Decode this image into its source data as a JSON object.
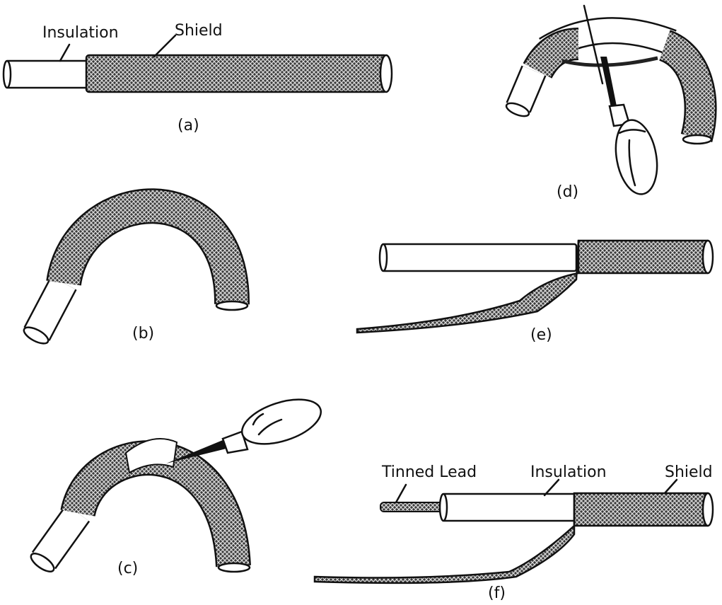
{
  "labels": {
    "a_insulation": "Insulation",
    "a_shield": "Shield",
    "f_tinned_lead": "Tinned Lead",
    "f_insulation": "Insulation",
    "f_shield": "Shield"
  },
  "captions": {
    "a": "(a)",
    "b": "(b)",
    "c": "(c)",
    "d": "(d)",
    "e": "(e)",
    "f": "(f)"
  }
}
